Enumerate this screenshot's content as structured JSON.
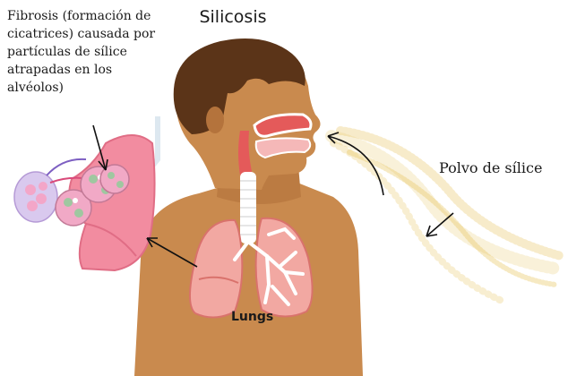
{
  "diagram": {
    "title": "Silicosis",
    "fibrosis_label": "Fibrosis (formación de cicatrices) causada por partículas de sílice atrapadas en los alvéolos)",
    "dust_label": "Polvo de sílice",
    "lungs_label": "Lungs"
  },
  "colors": {
    "skin": "#c98a4e",
    "hair": "#5b3418",
    "lung": "#f2a8a2",
    "lung_outline": "#d9726c",
    "airway": "#ffffff",
    "inset_lung": "#f28ca0",
    "alveoli": "#f3a6c8",
    "dust": "#e9c766",
    "arrow": "#111111"
  }
}
